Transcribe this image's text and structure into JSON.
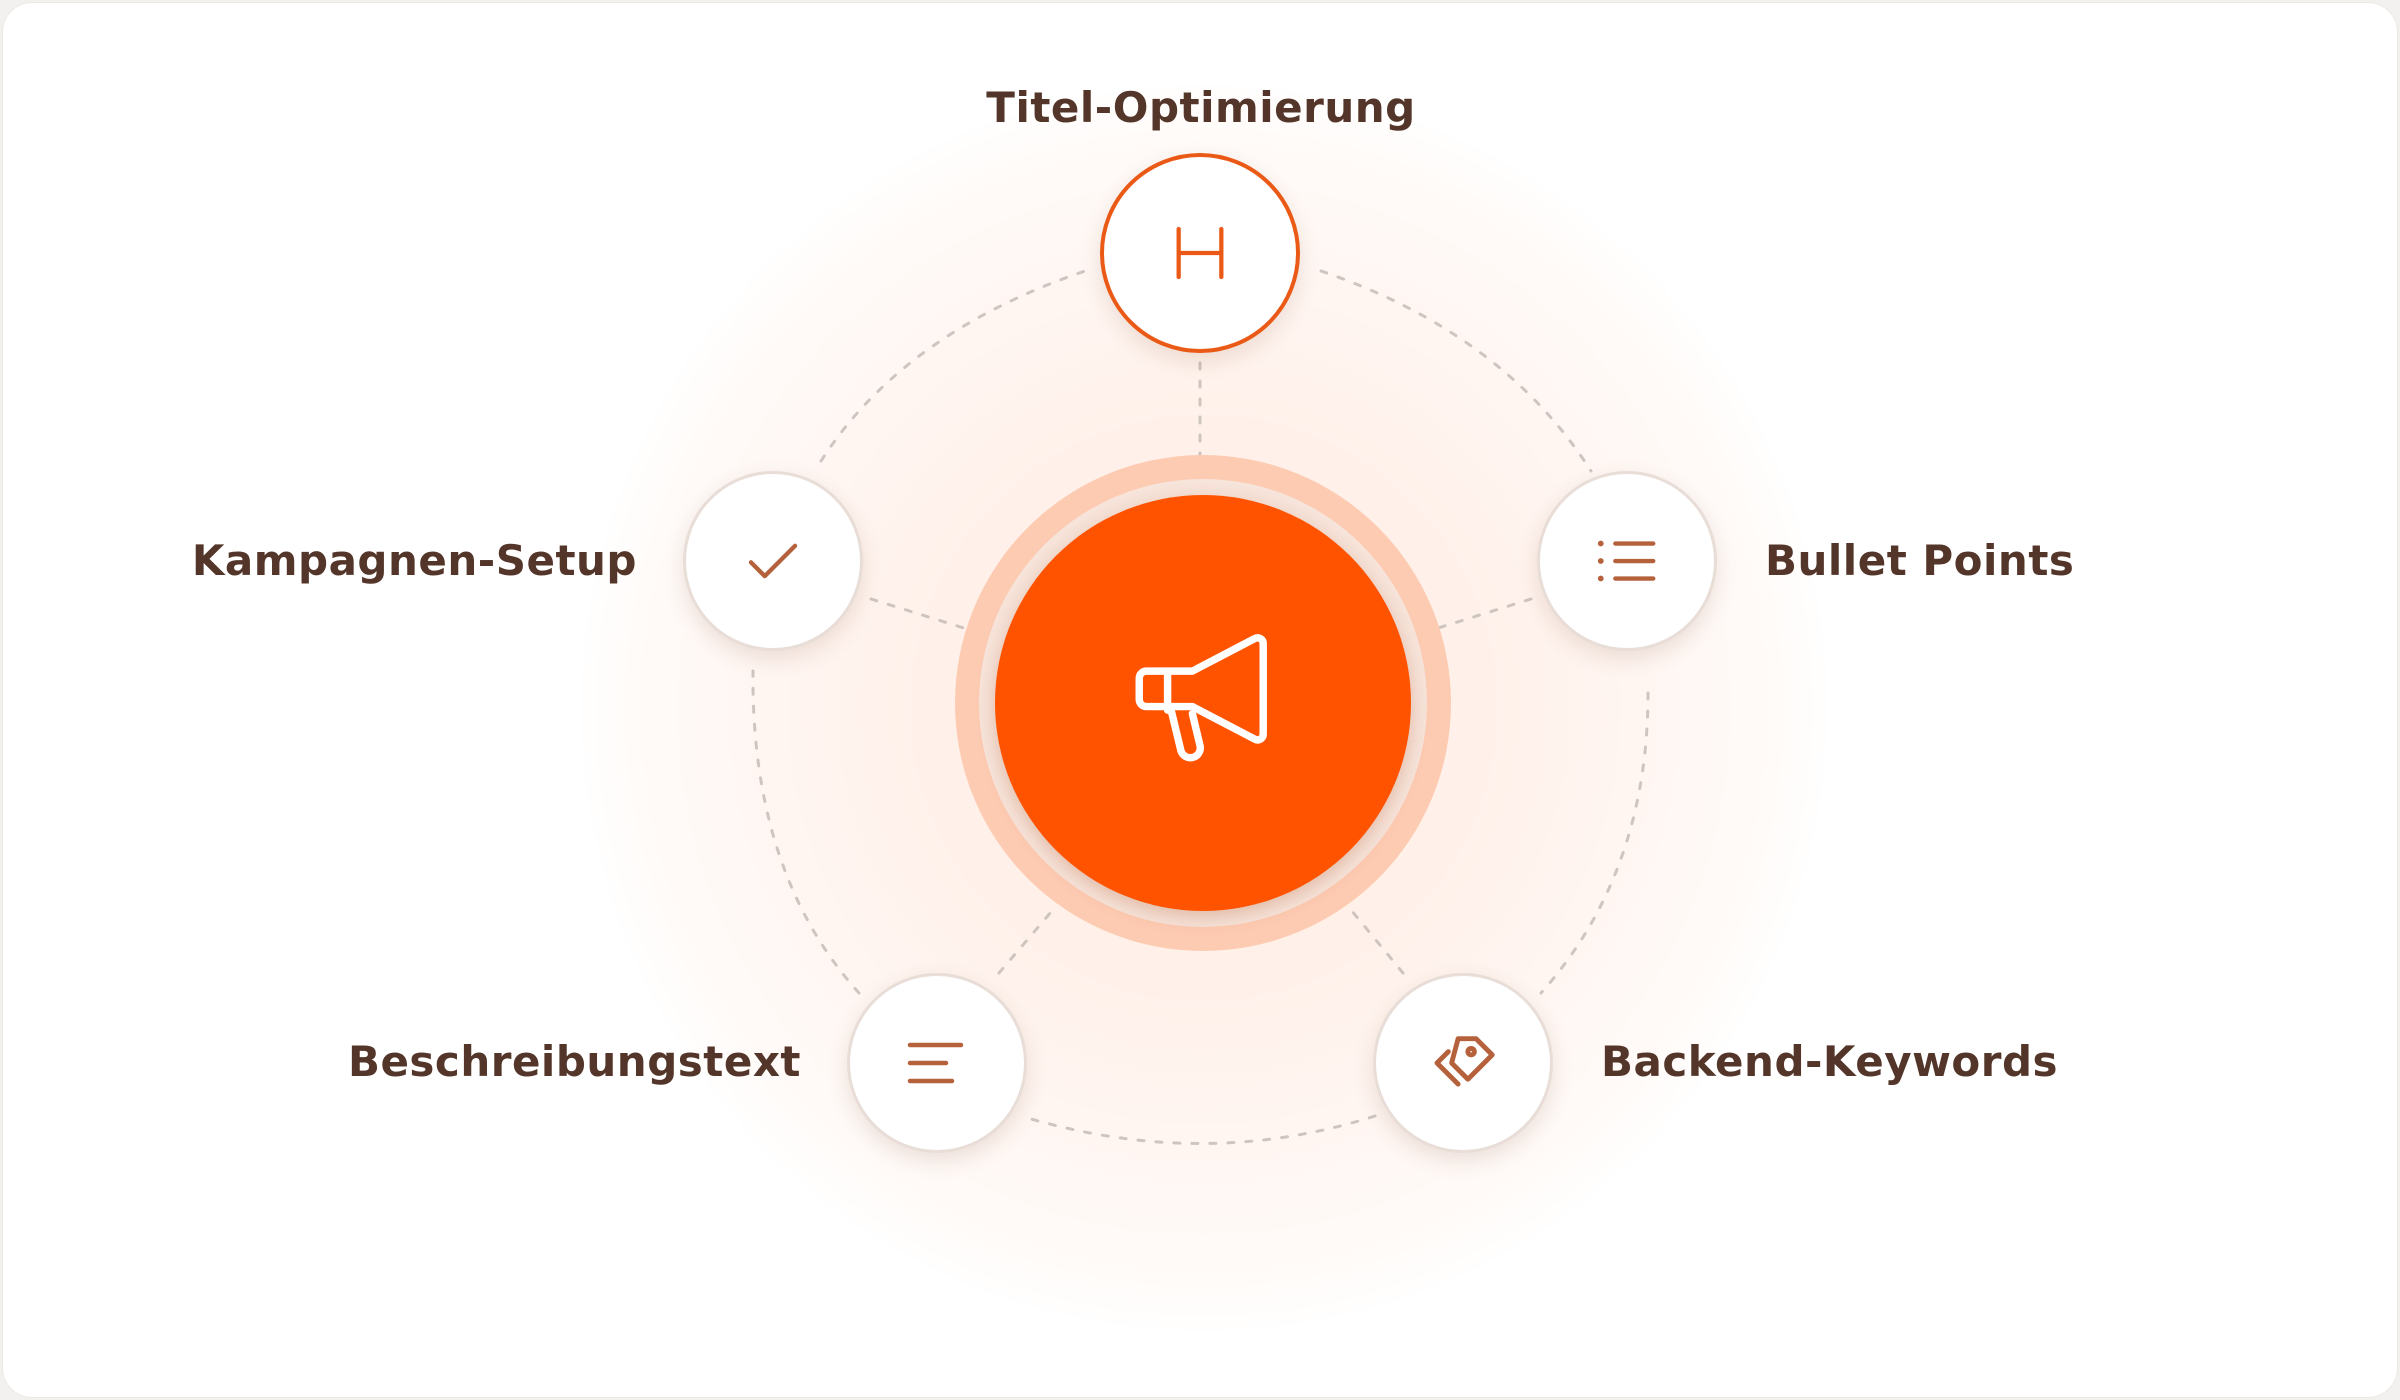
{
  "diagram": {
    "center": {
      "icon": "megaphone-icon"
    },
    "nodes": [
      {
        "id": "titel",
        "label": "Titel-Optimierung",
        "icon": "heading-icon",
        "active": true
      },
      {
        "id": "bullets",
        "label": "Bullet Points",
        "icon": "list-icon",
        "active": false
      },
      {
        "id": "keywords",
        "label": "Backend-Keywords",
        "icon": "tags-icon",
        "active": false
      },
      {
        "id": "beschreibung",
        "label": "Beschreibungstext",
        "icon": "text-align-left-icon",
        "active": false
      },
      {
        "id": "kampagnen",
        "label": "Kampagnen-Setup",
        "icon": "check-icon",
        "active": false
      }
    ]
  },
  "colors": {
    "accent": "#ff5300",
    "accent_border": "#ea5a16",
    "icon_brown": "#b5623c",
    "label_text": "#533629",
    "dashed_line": "#cfc5c0"
  }
}
